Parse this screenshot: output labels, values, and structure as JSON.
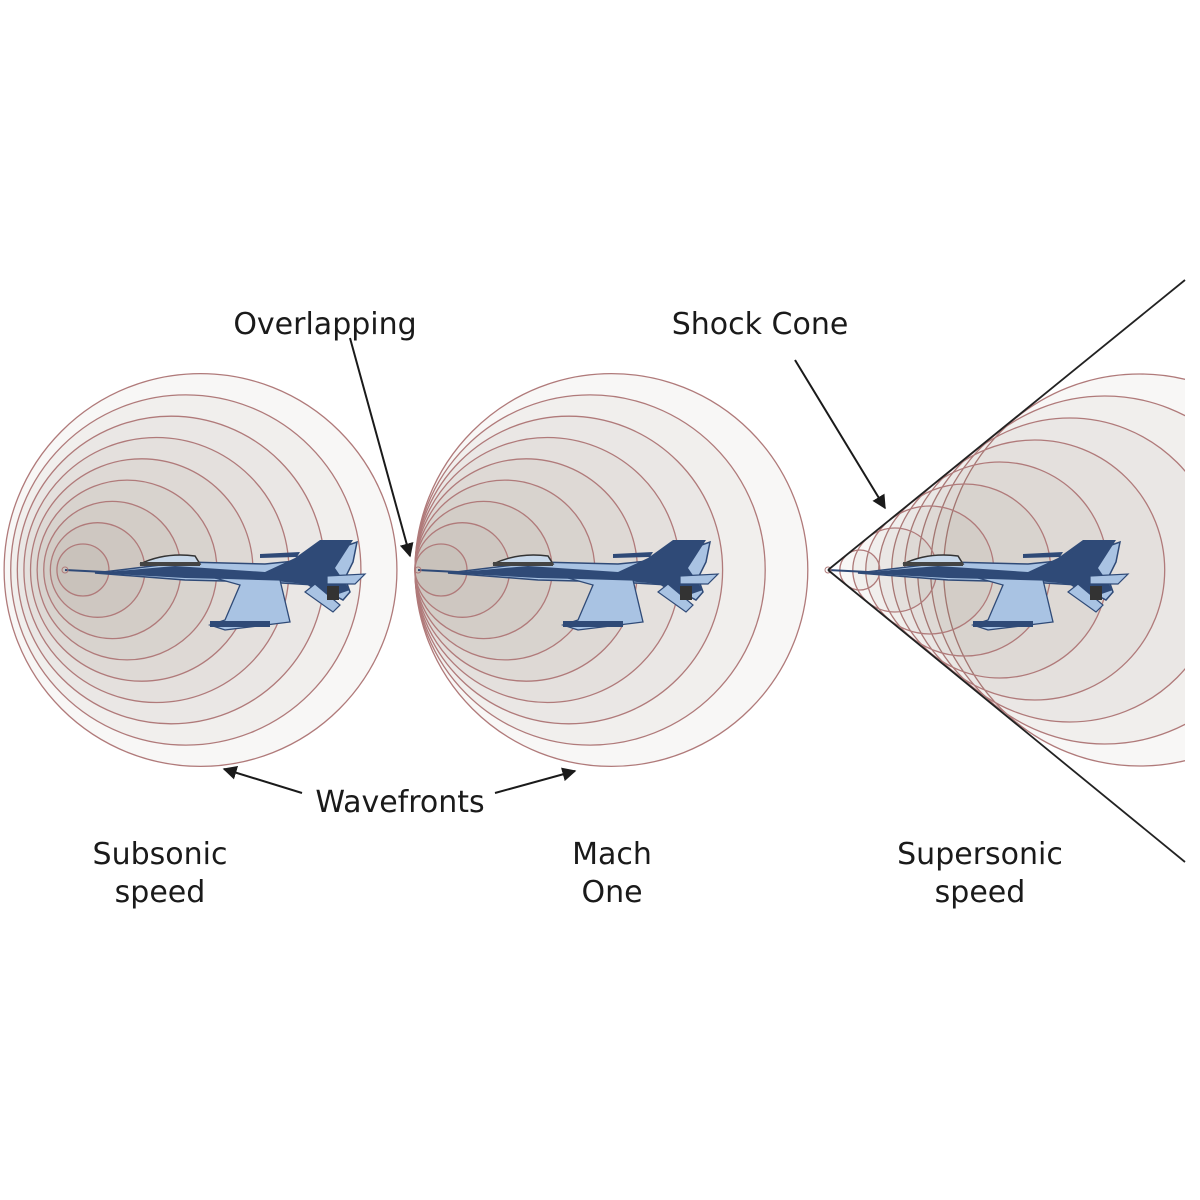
{
  "labels": {
    "overlapping": "Overlapping",
    "shock_cone": "Shock Cone",
    "wavefronts": "Wavefronts",
    "subsonic_line1": "Subsonic",
    "subsonic_line2": "speed",
    "mach_line1": "Mach",
    "mach_line2": "One",
    "supersonic_line1": "Supersonic",
    "supersonic_line2": "speed"
  },
  "colors": {
    "wavefront_stroke": "#b07a7a",
    "plane_light": "#a9c3e3",
    "plane_dark": "#2f4a77",
    "arrow": "#1a1a1a"
  }
}
